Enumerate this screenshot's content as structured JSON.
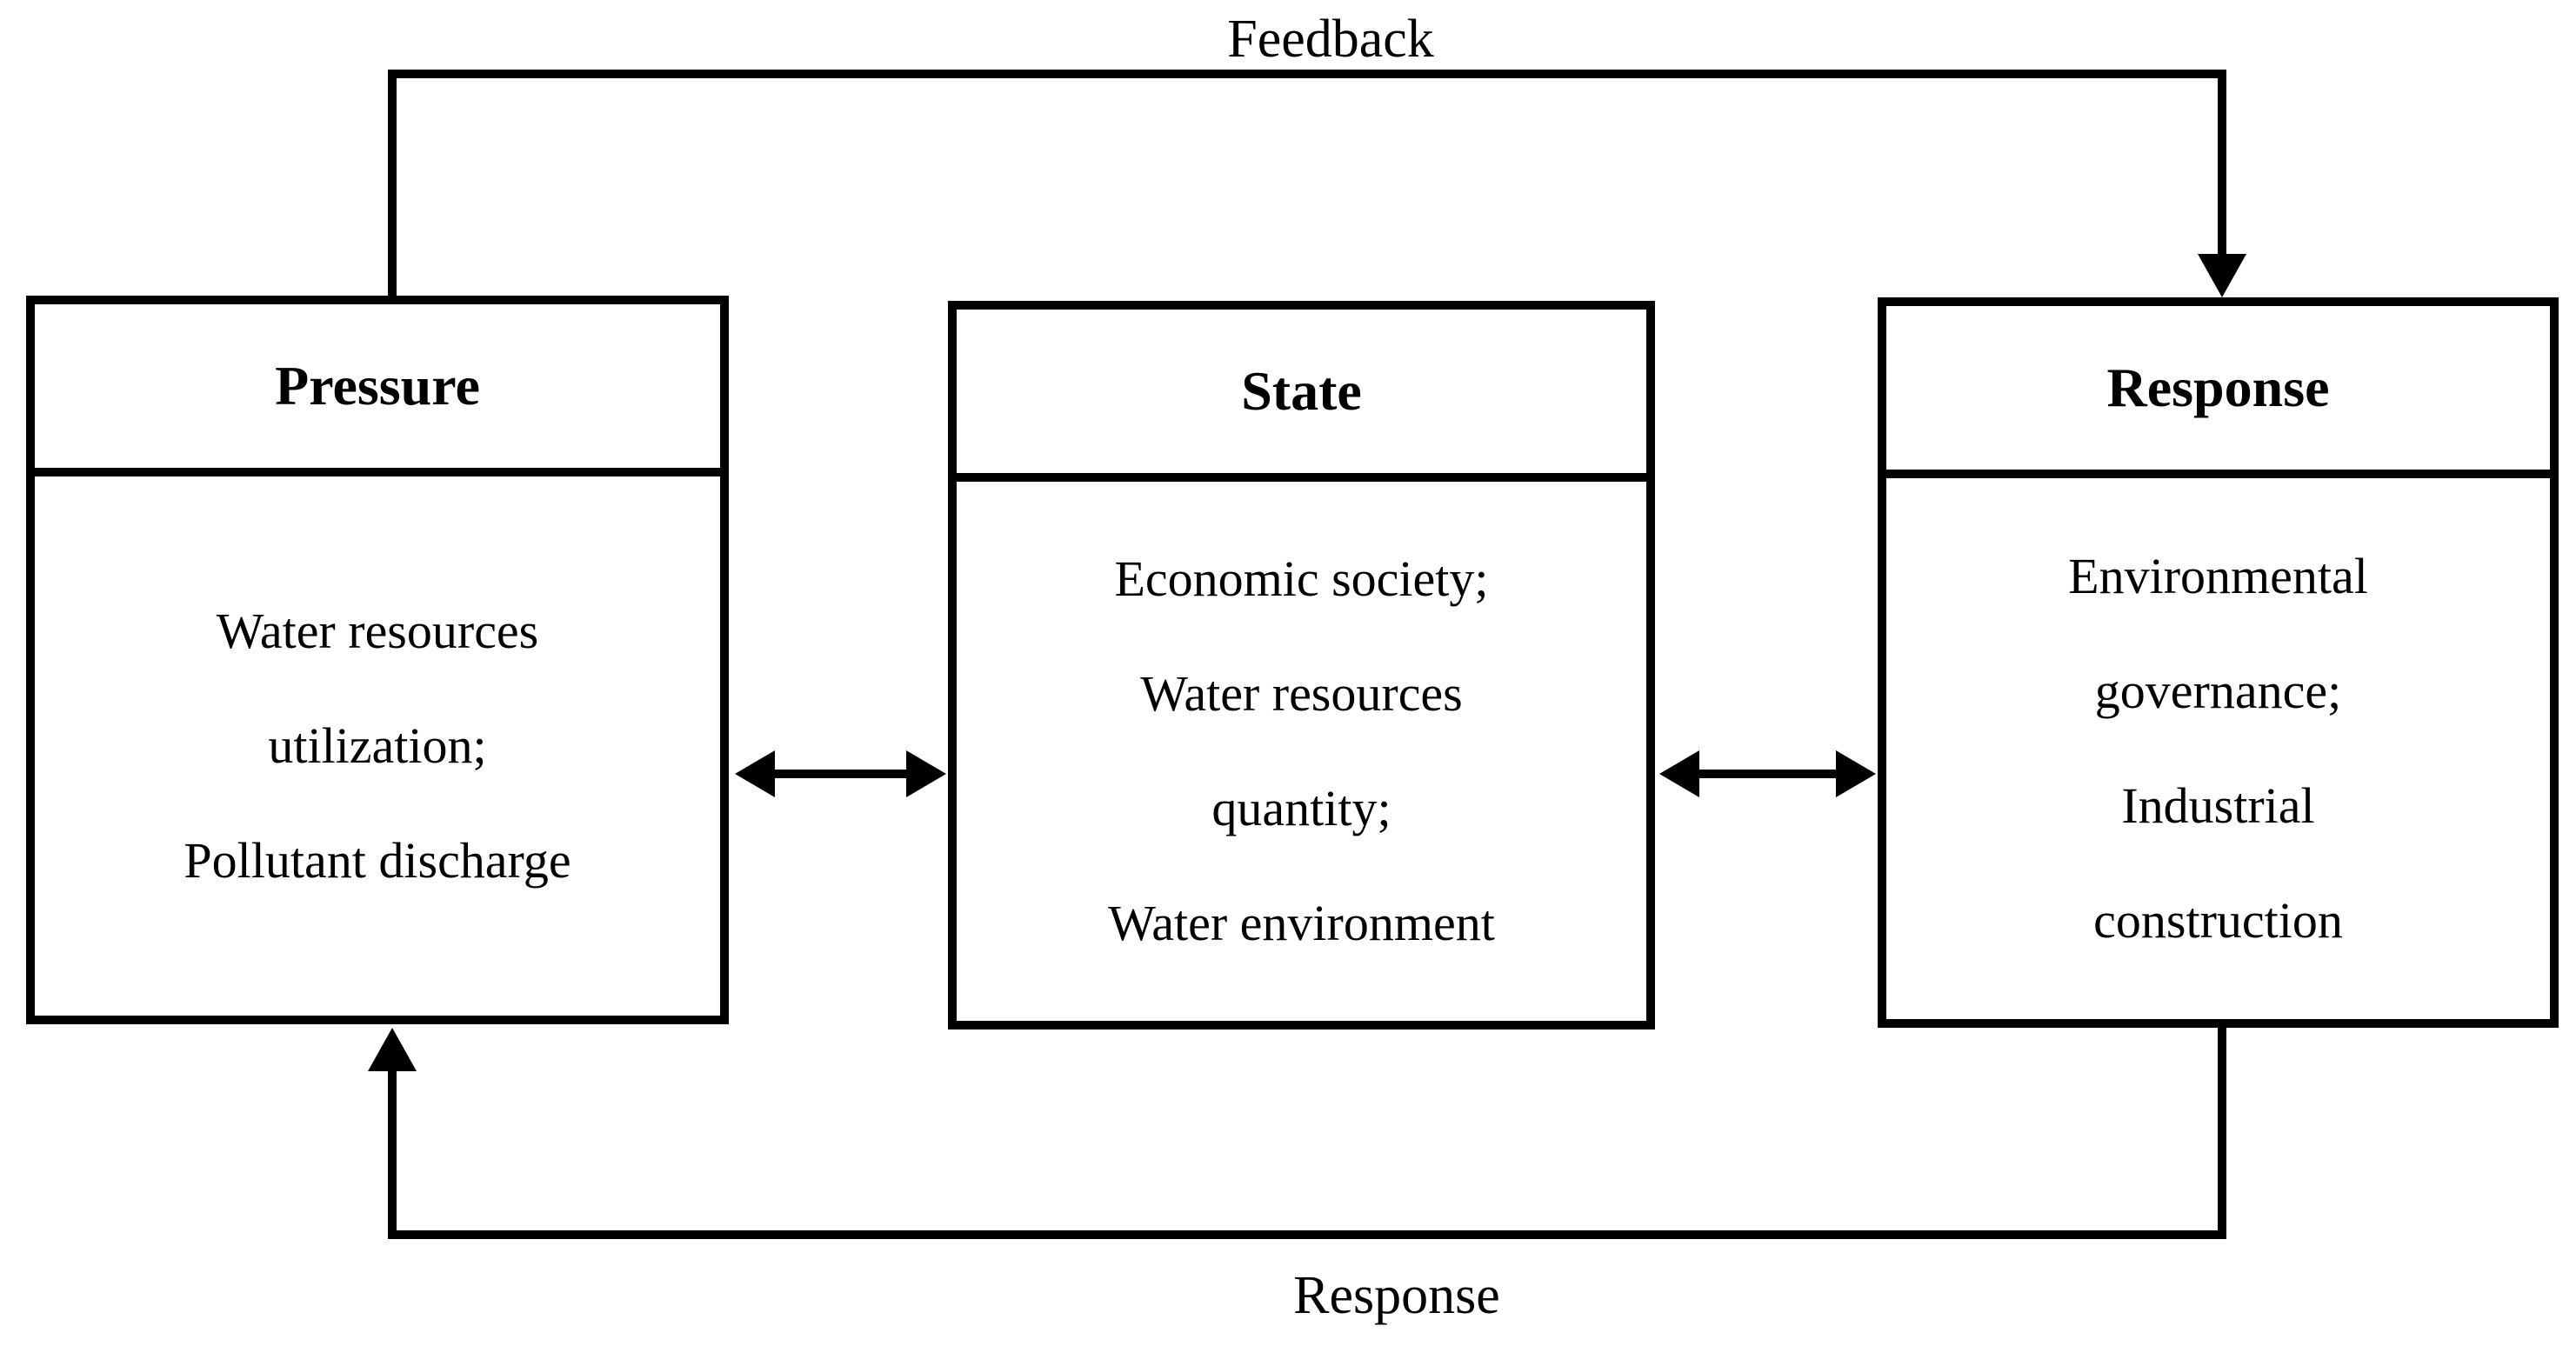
{
  "diagram": {
    "labels": {
      "top": "Feedback",
      "bottom": "Response"
    },
    "boxes": [
      {
        "title": "Pressure",
        "lines": [
          "Water resources",
          "utilization;",
          "Pollutant discharge"
        ]
      },
      {
        "title": "State",
        "lines": [
          "Economic society;",
          "Water resources",
          "quantity;",
          "Water environment"
        ]
      },
      {
        "title": "Response",
        "lines": [
          "Environmental",
          "governance;",
          "Industrial",
          "construction"
        ]
      }
    ],
    "colors": {
      "line": "#000000",
      "background": "#ffffff",
      "text": "#000000"
    }
  }
}
